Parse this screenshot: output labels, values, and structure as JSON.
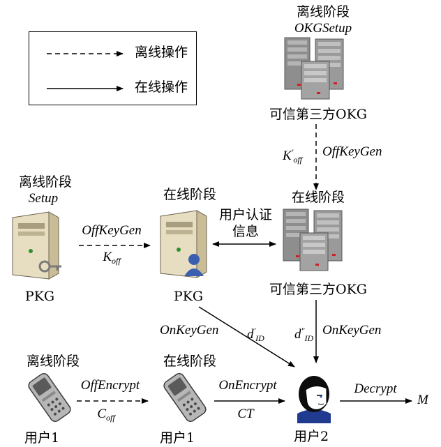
{
  "legend": {
    "offline": "离线操作",
    "online": "在线操作"
  },
  "okg_top": {
    "stage": "离线阶段",
    "algorithm": "OKGSetup",
    "name": "可信第三方OKG"
  },
  "okg_mid": {
    "stage": "在线阶段",
    "name": "可信第三方OKG"
  },
  "pkg_off": {
    "stage": "离线阶段",
    "algorithm": "Setup",
    "name": "PKG"
  },
  "pkg_on": {
    "stage": "在线阶段",
    "name": "PKG"
  },
  "user1_off": {
    "stage": "离线阶段",
    "name": "用户1"
  },
  "user1_on": {
    "stage": "在线阶段",
    "name": "用户1"
  },
  "user2": {
    "name": "用户2"
  },
  "edges": {
    "k_off_prime_main": "K",
    "k_off_prime_sup": "′",
    "k_off_prime_sub": "off",
    "offkeygen_top": "OffKeyGen",
    "offkeygen_mid": "OffKeyGen",
    "k_off_main": "K",
    "k_off_sub": "off",
    "auth_line1": "用户认证",
    "auth_line2": "信息",
    "onkeygen_left": "OnKeyGen",
    "d_id_prime_main": "d",
    "d_id_prime_sup": "′",
    "d_id_prime_sub": "ID",
    "d_id_dprime_main": "d",
    "d_id_dprime_sup": "″",
    "d_id_dprime_sub": "ID",
    "onkeygen_right": "OnKeyGen",
    "offencrypt": "OffEncrypt",
    "c_off_main": "C",
    "c_off_sub": "off",
    "onencrypt": "OnEncrypt",
    "ct": "CT",
    "decrypt": "Decrypt",
    "m": "M"
  },
  "colors": {
    "server_gray": "#9a9a9a",
    "pc_beige": "#e7ddc0",
    "user_blue": "#3b5fb0",
    "person_blue": "#1f3a8f"
  }
}
